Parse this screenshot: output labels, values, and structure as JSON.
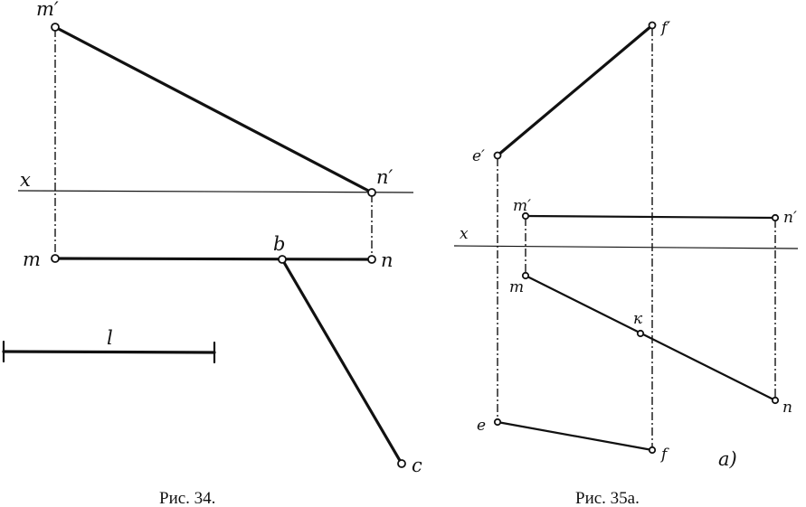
{
  "figure_34": {
    "caption": "Рис. 34.",
    "labels": {
      "m_prime": "m′",
      "n_prime": "n′",
      "x_axis": "x",
      "m": "m",
      "n": "n",
      "b": "b",
      "c": "c",
      "l": "l"
    }
  },
  "figure_35a": {
    "caption": "Рис. 35а.",
    "sublabel": "а)",
    "labels": {
      "f_prime": "f′",
      "e_prime": "e′",
      "m_prime": "m′",
      "n_prime": "n′",
      "x_axis": "x",
      "m": "m",
      "k": "к",
      "n": "n",
      "e": "e",
      "f": "f"
    }
  }
}
